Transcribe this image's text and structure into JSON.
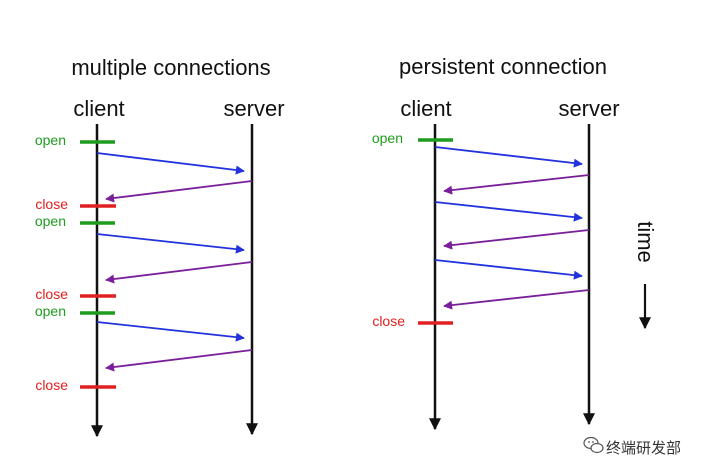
{
  "diagrams": [
    {
      "title": "multiple connections",
      "client_label": "client",
      "server_label": "server",
      "events": [
        {
          "label": "open",
          "kind": "open"
        },
        {
          "label": "close",
          "kind": "close"
        },
        {
          "label": "open",
          "kind": "open"
        },
        {
          "label": "close",
          "kind": "close"
        },
        {
          "label": "open",
          "kind": "open"
        },
        {
          "label": "close",
          "kind": "close"
        }
      ],
      "request_count": 3
    },
    {
      "title": "persistent connection",
      "client_label": "client",
      "server_label": "server",
      "events": [
        {
          "label": "open",
          "kind": "open"
        },
        {
          "label": "close",
          "kind": "close"
        }
      ],
      "request_count": 3
    }
  ],
  "time_label": "time",
  "watermark": "终端研发部",
  "colors": {
    "open": "#1e9c1e",
    "close": "#e02020",
    "request": "#2233dd",
    "response": "#7a1f9a",
    "line": "#111111"
  }
}
